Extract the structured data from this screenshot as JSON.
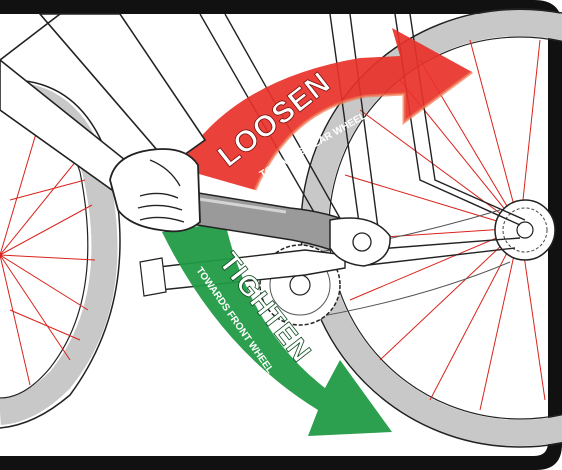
{
  "loosen": {
    "title": "LOOSEN",
    "subtitle": "TOWARDS REAR WHEEL",
    "color": "#e8322a"
  },
  "tighten": {
    "title": "TIGHTEN",
    "subtitle": "TOWARDS FRONT WHEEL",
    "color": "#1f9a44"
  },
  "colors": {
    "frame_border": "#111111",
    "wheel": "#c4c4c4",
    "spokes": "#d9231b",
    "hand_fill": "#ffffff",
    "hand_stroke": "#222222",
    "wrench": "#9a9a9a"
  }
}
